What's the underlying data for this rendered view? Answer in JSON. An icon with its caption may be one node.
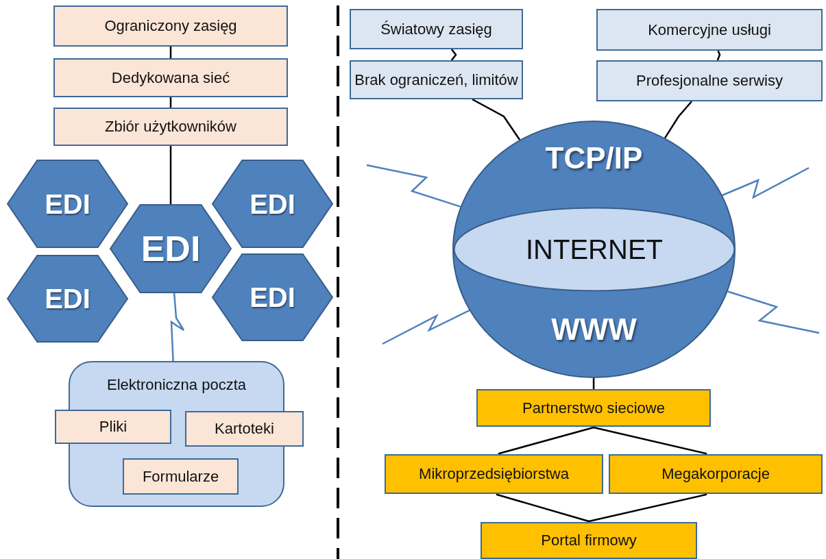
{
  "diagram": {
    "nodes": [
      {
        "text": [
          "Ograniczony zasięg"
        ]
      },
      {
        "text": [
          "Dedykowana sieć"
        ]
      },
      {
        "text": [
          "Zbiór użytkowników"
        ]
      },
      {
        "text": [
          "EDI"
        ]
      },
      {
        "text": [
          "EDI"
        ]
      },
      {
        "text": [
          "EDI"
        ]
      },
      {
        "text": [
          "EDI"
        ]
      },
      {
        "text": [
          "EDI"
        ]
      },
      {
        "text": [
          "Elektroniczna poczta"
        ]
      },
      {
        "text": [
          "Pliki"
        ]
      },
      {
        "text": [
          "Kartoteki"
        ]
      },
      {
        "text": [
          "Formularze"
        ],
        "in": 8
      },
      {
        "text": [
          "Światowy zasięg"
        ]
      },
      {
        "text": [
          "Komercyjne usługi"
        ]
      },
      {
        "text": [
          "Brak ograniczeń, limitów"
        ]
      },
      {
        "text": [
          "Profesjonalne serwisy"
        ]
      },
      {
        "text": [
          "TCP/IP",
          "WWW"
        ]
      },
      {
        "text": [
          "INTERNET"
        ],
        "in": 16
      },
      {
        "text": [
          "Partnerstwo sieciowe"
        ]
      },
      {
        "text": [
          "Mikroprzedsiębiorstwa"
        ]
      },
      {
        "text": [
          "Megakorporacje"
        ]
      },
      {
        "text": [
          "Portal firmowy"
        ]
      }
    ],
    "edges": [
      {
        "from": 0,
        "to": 1,
        "arrow": "none"
      },
      {
        "from": 1,
        "to": 2,
        "arrow": "none"
      },
      {
        "from": 2,
        "to": 5,
        "arrow": "none"
      },
      {
        "from": 5,
        "to": 8,
        "arrow": "none",
        "color": "#4f81bd"
      },
      {
        "from": 12,
        "to": 14,
        "arrow": "none"
      },
      {
        "from": 14,
        "to": 16,
        "arrow": "none"
      },
      {
        "from": 13,
        "to": 15,
        "arrow": "none"
      },
      {
        "from": 15,
        "to": 16,
        "arrow": "none"
      },
      {
        "from": null,
        "to": 16,
        "arrow": "none",
        "color": "#4f81bd"
      },
      {
        "from": null,
        "to": 16,
        "arrow": "none",
        "color": "#4f81bd"
      },
      {
        "from": null,
        "to": 16,
        "arrow": "none",
        "color": "#4f81bd"
      },
      {
        "from": null,
        "to": 16,
        "arrow": "none",
        "color": "#4f81bd"
      },
      {
        "from": 16,
        "to": 18,
        "arrow": "none"
      },
      {
        "from": 18,
        "to": 19,
        "arrow": "none"
      },
      {
        "from": 18,
        "to": 20,
        "arrow": "none"
      },
      {
        "from": 19,
        "to": 21,
        "arrow": "none"
      },
      {
        "from": 20,
        "to": 21,
        "arrow": "none"
      }
    ]
  }
}
